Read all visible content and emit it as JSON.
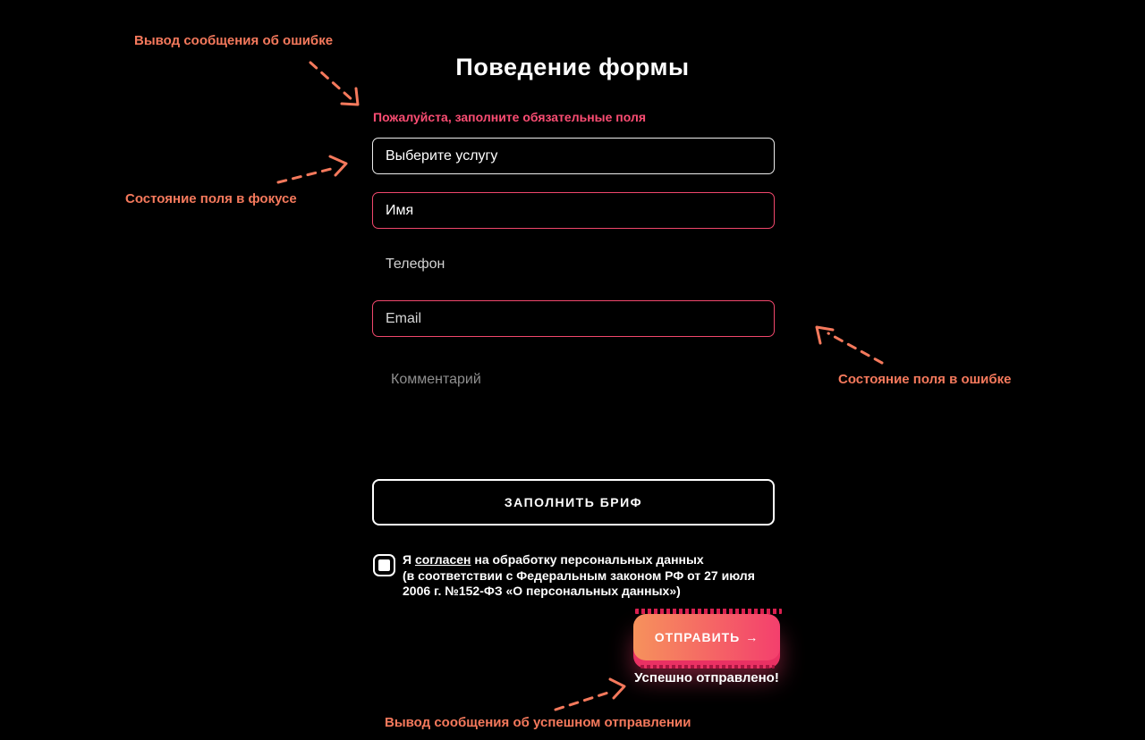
{
  "header": {
    "title": "Поведение формы"
  },
  "annotations": {
    "color": "#f5795c",
    "error_output": "Вывод сообщения об ошибке",
    "focus_state": "Состояние поля в фокусе",
    "error_state": "Состояние поля в ошибке",
    "success_output": "Вывод сообщения об успешном отправлении"
  },
  "form": {
    "error_message": "Пожалуйста, заполните обязательные поля",
    "error_text_color": "#fb4d73",
    "accent_border_color": "#f0476c",
    "service_placeholder": "Выберите услугу",
    "name_placeholder": "Имя",
    "phone_placeholder": "Телефон",
    "email_placeholder": "Email",
    "comment_placeholder": "Комментарий",
    "brief_button_label": "ЗАПОЛНИТЬ БРИФ",
    "agree": {
      "prefix": "Я ",
      "link": "согласен",
      "suffix": " на обработку персональных данных",
      "line2": "(в соответствии с Федеральным законом РФ от 27 июля",
      "line3": "2006 г. №152-ФЗ «О персональных данных»)",
      "checked": true
    },
    "submit_label": "ОТПРАВИТЬ",
    "submit_arrow": "→",
    "submit_gradient": [
      "#f6925c",
      "#f43f6d"
    ],
    "success_message": "Успешно отправлено!"
  }
}
